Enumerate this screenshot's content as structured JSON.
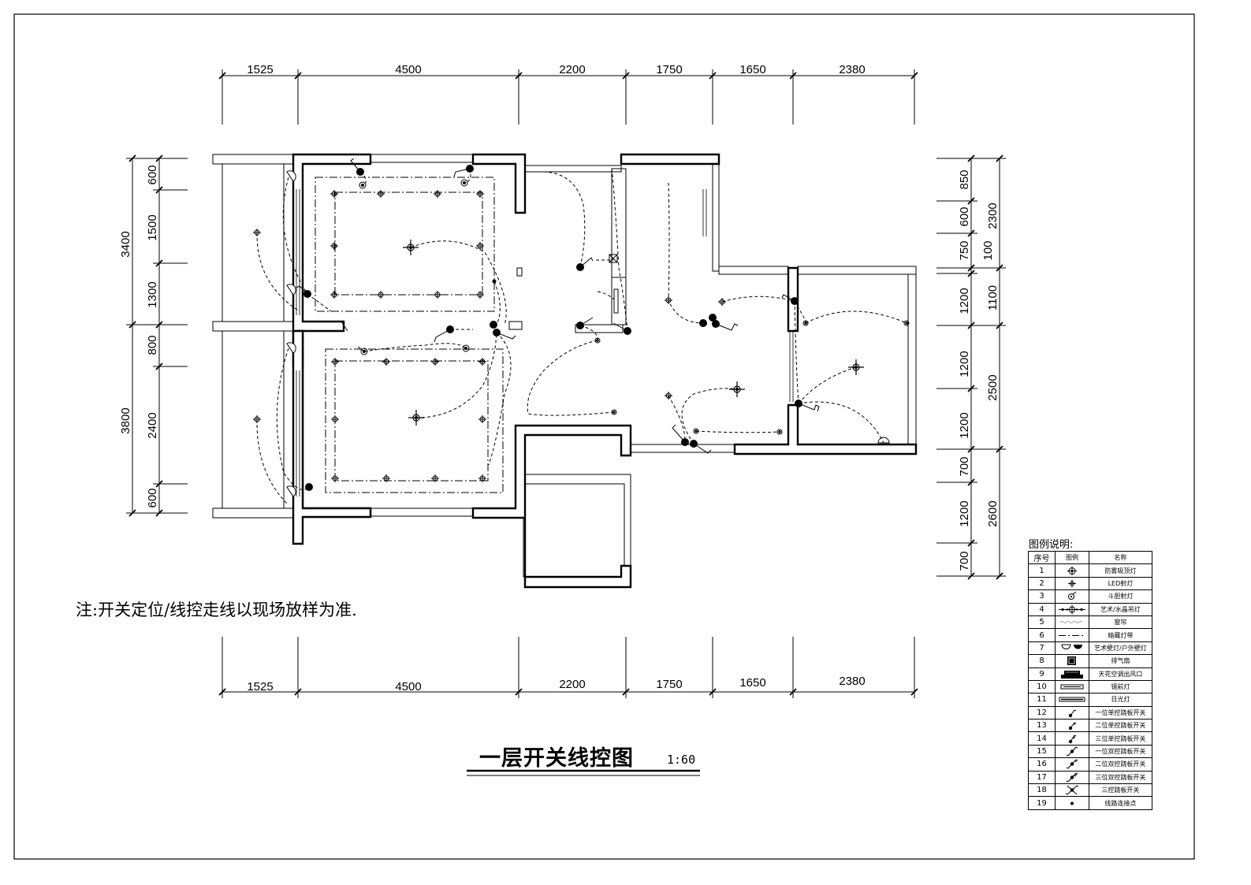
{
  "dimensions": {
    "top": [
      "1525",
      "4500",
      "2200",
      "1750",
      "1650",
      "2380"
    ],
    "bottom": [
      "1525",
      "4500",
      "2200",
      "1750",
      "1650",
      "2380"
    ],
    "left_inner": [
      "600",
      "1500",
      "1300",
      "800",
      "2400",
      "600"
    ],
    "left_outer": [
      "3400",
      "3800"
    ],
    "right_inner": [
      "850",
      "600",
      "750",
      "100",
      "1200",
      "1200",
      "1200",
      "700",
      "1200",
      "700"
    ],
    "right_outer": [
      "2300",
      "1100",
      "2500",
      "2600"
    ]
  },
  "note": "注:开关定位/线控走线以现场放样为准.",
  "title": "一层开关线控图",
  "scale": "1:60",
  "legend": {
    "title": "图例说明:",
    "headers": [
      "序号",
      "图例",
      "名称"
    ],
    "rows": [
      {
        "no": "1",
        "icon": "moisture-proof-ceiling-light-icon",
        "name": "防雾吸顶灯"
      },
      {
        "no": "2",
        "icon": "led-spotlight-icon",
        "name": "LED射灯"
      },
      {
        "no": "3",
        "icon": "mr16-spotlight-icon",
        "name": "斗胆射灯"
      },
      {
        "no": "4",
        "icon": "crystal-chandelier-icon",
        "name": "艺术/水晶吊灯"
      },
      {
        "no": "5",
        "icon": "curtain-icon",
        "name": "窗帘"
      },
      {
        "no": "6",
        "icon": "hidden-light-strip-icon",
        "name": "暗藏灯带"
      },
      {
        "no": "7",
        "icon": "wall-lamp-icon",
        "name": "艺术壁灯/户外壁灯"
      },
      {
        "no": "8",
        "icon": "exhaust-fan-icon",
        "name": "排气扇"
      },
      {
        "no": "9",
        "icon": "ac-vent-icon",
        "name": "天花空调出风口"
      },
      {
        "no": "10",
        "icon": "mirror-light-icon",
        "name": "镜前灯"
      },
      {
        "no": "11",
        "icon": "fluorescent-light-icon",
        "name": "日光灯"
      },
      {
        "no": "12",
        "icon": "switch-1gang-1way-icon",
        "name": "一位单控跷板开关"
      },
      {
        "no": "13",
        "icon": "switch-2gang-1way-icon",
        "name": "二位单控跷板开关"
      },
      {
        "no": "14",
        "icon": "switch-3gang-1way-icon",
        "name": "三位单控跷板开关"
      },
      {
        "no": "15",
        "icon": "switch-1gang-2way-icon",
        "name": "一位双控跷板开关"
      },
      {
        "no": "16",
        "icon": "switch-2gang-2way-icon",
        "name": "二位双控跷板开关"
      },
      {
        "no": "17",
        "icon": "switch-3gang-2way-icon",
        "name": "三位双控跷板开关"
      },
      {
        "no": "18",
        "icon": "switch-3way-icon",
        "name": "三控跷板开关"
      },
      {
        "no": "19",
        "icon": "junction-point-icon",
        "name": "线路连接点"
      }
    ]
  }
}
